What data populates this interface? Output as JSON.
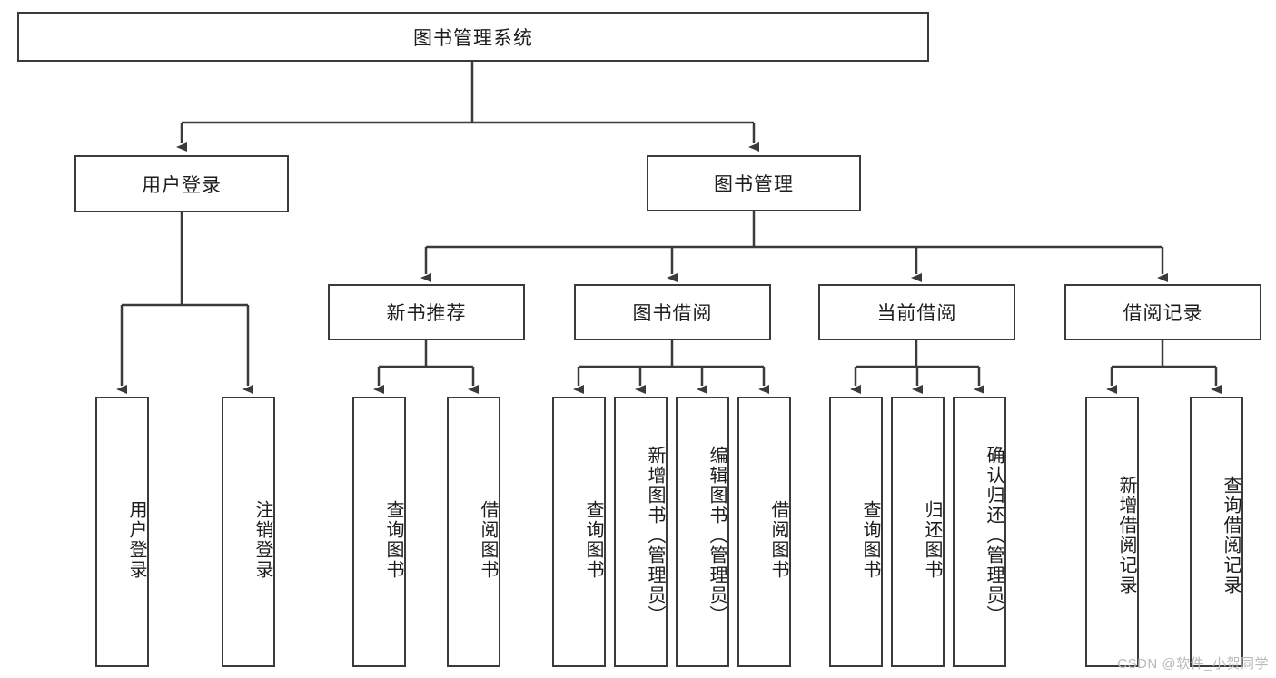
{
  "diagram": {
    "title_node": {
      "label": "图书管理系统"
    },
    "level2": [
      {
        "id": "user-login",
        "label": "用户登录"
      },
      {
        "id": "book-management",
        "label": "图书管理"
      }
    ],
    "level3": [
      {
        "id": "new-book-recommend",
        "label": "新书推荐"
      },
      {
        "id": "book-borrow",
        "label": "图书借阅"
      },
      {
        "id": "current-borrow",
        "label": "当前借阅"
      },
      {
        "id": "borrow-record",
        "label": "借阅记录"
      }
    ],
    "leaves": {
      "user_login": [
        {
          "id": "leaf-user-login",
          "label": "用户登录"
        },
        {
          "id": "leaf-logout-login",
          "label": "注销登录"
        }
      ],
      "new_book_recommend": [
        {
          "id": "leaf-query-book-1",
          "label": "查询图书"
        },
        {
          "id": "leaf-borrow-book-1",
          "label": "借阅图书"
        }
      ],
      "book_borrow": [
        {
          "id": "leaf-query-book-2",
          "label": "查询图书"
        },
        {
          "id": "leaf-add-book",
          "label": "新增图书（管理员）"
        },
        {
          "id": "leaf-edit-book",
          "label": "编辑图书（管理员）"
        },
        {
          "id": "leaf-borrow-book-2",
          "label": "借阅图书"
        }
      ],
      "current_borrow": [
        {
          "id": "leaf-query-book-3",
          "label": "查询图书"
        },
        {
          "id": "leaf-return-book",
          "label": "归还图书"
        },
        {
          "id": "leaf-confirm-return",
          "label": "确认归还（管理员）"
        }
      ],
      "borrow_record": [
        {
          "id": "leaf-add-record",
          "label": "新增借阅记录"
        },
        {
          "id": "leaf-query-record",
          "label": "查询借阅记录"
        }
      ]
    }
  },
  "watermark": {
    "text": "CSDN @软件_小贺同学"
  },
  "colors": {
    "line": "#3b3b3b",
    "box_fill": "#ffffff",
    "text": "#1d1d1d",
    "watermark": "#b9b9b9",
    "page_background": "#ffffff"
  }
}
